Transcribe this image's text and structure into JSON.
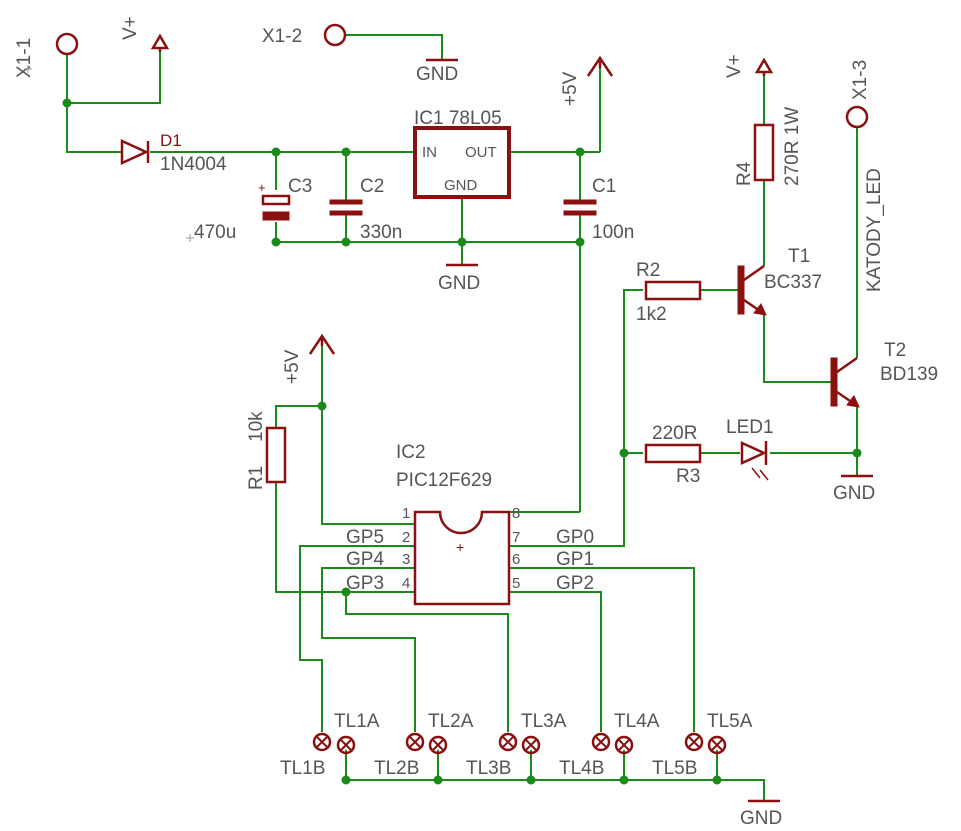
{
  "connectors": {
    "x1_1": "X1-1",
    "x1_2": "X1-2",
    "x1_3": "X1-3"
  },
  "supplies": {
    "vplus_1": "V+",
    "vplus_2": "V+",
    "plus5v_1": "+5V",
    "plus5v_2": "+5V",
    "gnd_1": "GND",
    "gnd_2": "GND",
    "gnd_3": "GND",
    "gnd_4": "GND"
  },
  "d1": {
    "name": "D1",
    "value": "1N4004"
  },
  "c3": {
    "name": "C3",
    "value": "470u"
  },
  "c2": {
    "name": "C2",
    "value": "330n"
  },
  "c1": {
    "name": "C1",
    "value": "100n"
  },
  "ic1": {
    "name": "IC1 78L05",
    "in": "IN",
    "out": "OUT",
    "gnd": "GND"
  },
  "r4": {
    "name": "R4",
    "value": "270R 1W"
  },
  "r2": {
    "name": "R2",
    "value": "1k2"
  },
  "r1": {
    "name": "R1",
    "value": "10k"
  },
  "r3": {
    "name": "R3",
    "value": "220R"
  },
  "t1": {
    "name": "T1",
    "value": "BC337"
  },
  "t2": {
    "name": "T2",
    "value": "BD139"
  },
  "led1": {
    "name": "LED1"
  },
  "katody": "KATODY_LED",
  "ic2": {
    "name": "IC2",
    "value": "PIC12F629",
    "pin_numbers": [
      "1",
      "2",
      "3",
      "4",
      "8",
      "7",
      "6",
      "5"
    ],
    "pin_labels": [
      "GP5",
      "GP4",
      "GP3",
      "GP0",
      "GP1",
      "GP2"
    ]
  },
  "pads": {
    "tl1a": "TL1A",
    "tl2a": "TL2A",
    "tl3a": "TL3A",
    "tl4a": "TL4A",
    "tl5a": "TL5A",
    "tl1b": "TL1B",
    "tl2b": "TL2B",
    "tl3b": "TL3B",
    "tl4b": "TL4B",
    "tl5b": "TL5B"
  },
  "colors": {
    "wire": "#1a8a1a",
    "part": "#8b1010",
    "label": "#555555",
    "background": "#ffffff"
  }
}
